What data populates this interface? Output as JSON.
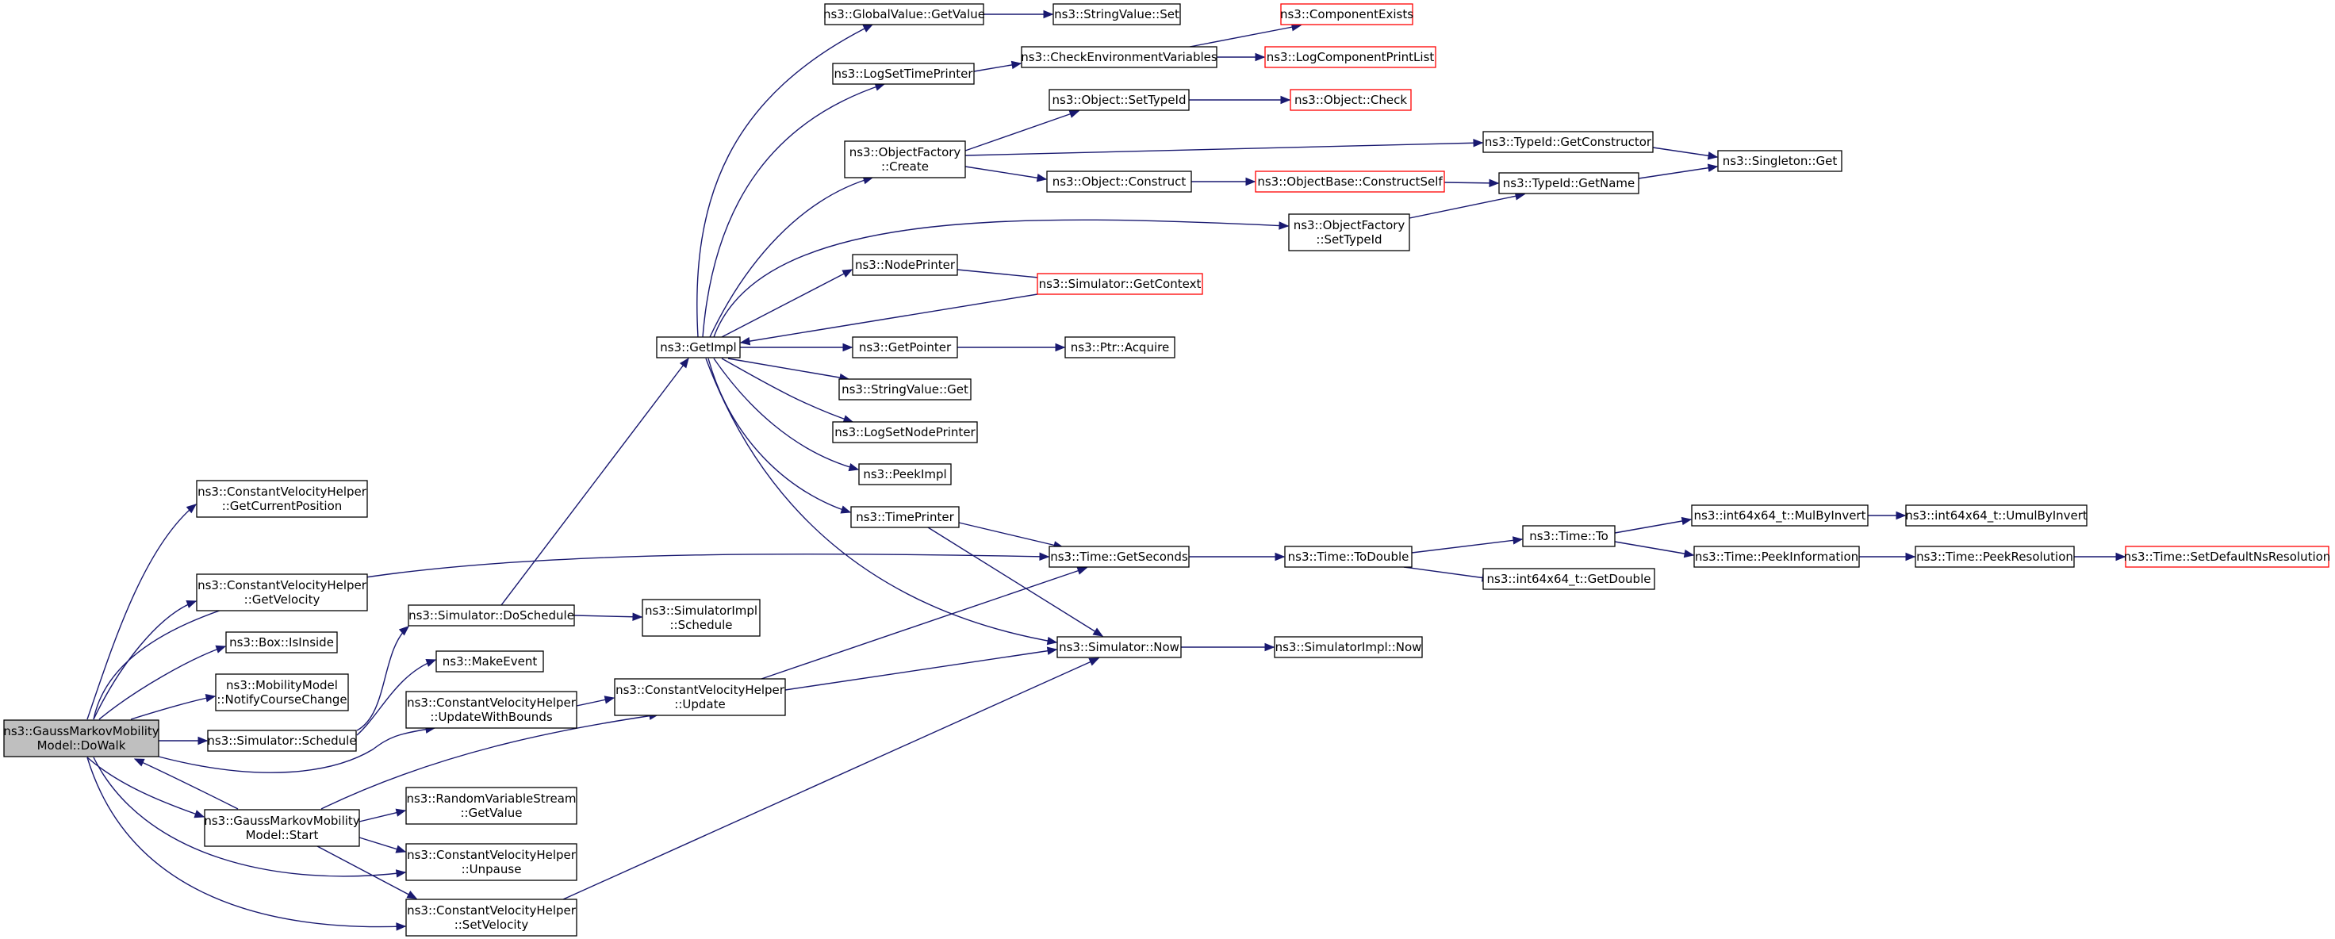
{
  "colors": {
    "edge": "#191970",
    "root_fill": "#bfbfbf",
    "node_border": "#000000",
    "incomplete_border": "#ff0000"
  },
  "nodes": [
    {
      "id": "dowalk",
      "lines": [
        "ns3::GaussMarkovMobility",
        "Model::DoWalk"
      ],
      "style": "root"
    },
    {
      "id": "cvh_getcurpos",
      "lines": [
        "ns3::ConstantVelocityHelper",
        "::GetCurrentPosition"
      ],
      "style": "normal"
    },
    {
      "id": "cvh_getvel",
      "lines": [
        "ns3::ConstantVelocityHelper",
        "::GetVelocity"
      ],
      "style": "normal"
    },
    {
      "id": "box_isinside",
      "lines": [
        "ns3::Box::IsInside"
      ],
      "style": "normal"
    },
    {
      "id": "mm_notify",
      "lines": [
        "ns3::MobilityModel",
        "::NotifyCourseChange"
      ],
      "style": "normal"
    },
    {
      "id": "sim_schedule",
      "lines": [
        "ns3::Simulator::Schedule"
      ],
      "style": "normal"
    },
    {
      "id": "gmm_start",
      "lines": [
        "ns3::GaussMarkovMobility",
        "Model::Start"
      ],
      "style": "normal"
    },
    {
      "id": "sim_doschedule",
      "lines": [
        "ns3::Simulator::DoSchedule"
      ],
      "style": "normal"
    },
    {
      "id": "makeevent",
      "lines": [
        "ns3::MakeEvent"
      ],
      "style": "normal"
    },
    {
      "id": "cvh_updbounds",
      "lines": [
        "ns3::ConstantVelocityHelper",
        "::UpdateWithBounds"
      ],
      "style": "normal"
    },
    {
      "id": "rvs_getvalue",
      "lines": [
        "ns3::RandomVariableStream",
        "::GetValue"
      ],
      "style": "normal"
    },
    {
      "id": "cvh_unpause",
      "lines": [
        "ns3::ConstantVelocityHelper",
        "::Unpause"
      ],
      "style": "normal"
    },
    {
      "id": "cvh_setvel",
      "lines": [
        "ns3::ConstantVelocityHelper",
        "::SetVelocity"
      ],
      "style": "normal"
    },
    {
      "id": "simimpl_schedule",
      "lines": [
        "ns3::SimulatorImpl",
        "::Schedule"
      ],
      "style": "normal"
    },
    {
      "id": "cvh_update",
      "lines": [
        "ns3::ConstantVelocityHelper",
        "::Update"
      ],
      "style": "normal"
    },
    {
      "id": "getimpl",
      "lines": [
        "ns3::GetImpl"
      ],
      "style": "normal"
    },
    {
      "id": "gv_getvalue",
      "lines": [
        "ns3::GlobalValue::GetValue"
      ],
      "style": "normal"
    },
    {
      "id": "logsettimeprinter",
      "lines": [
        "ns3::LogSetTimePrinter"
      ],
      "style": "normal"
    },
    {
      "id": "objfactory_create",
      "lines": [
        "ns3::ObjectFactory",
        "::Create"
      ],
      "style": "normal"
    },
    {
      "id": "nodeprinter",
      "lines": [
        "ns3::NodePrinter"
      ],
      "style": "normal"
    },
    {
      "id": "getpointer",
      "lines": [
        "ns3::GetPointer"
      ],
      "style": "normal"
    },
    {
      "id": "stringvalue_get",
      "lines": [
        "ns3::StringValue::Get"
      ],
      "style": "normal"
    },
    {
      "id": "logsetnodeprinter",
      "lines": [
        "ns3::LogSetNodePrinter"
      ],
      "style": "normal"
    },
    {
      "id": "peekimpl",
      "lines": [
        "ns3::PeekImpl"
      ],
      "style": "normal"
    },
    {
      "id": "timeprinter",
      "lines": [
        "ns3::TimePrinter"
      ],
      "style": "normal"
    },
    {
      "id": "stringvalue_set",
      "lines": [
        "ns3::StringValue::Set"
      ],
      "style": "normal"
    },
    {
      "id": "checkenv",
      "lines": [
        "ns3::CheckEnvironmentVariables"
      ],
      "style": "normal"
    },
    {
      "id": "object_settypeid",
      "lines": [
        "ns3::Object::SetTypeId"
      ],
      "style": "normal"
    },
    {
      "id": "object_construct",
      "lines": [
        "ns3::Object::Construct"
      ],
      "style": "normal"
    },
    {
      "id": "objfactory_settypeid",
      "lines": [
        "ns3::ObjectFactory",
        "::SetTypeId"
      ],
      "style": "normal"
    },
    {
      "id": "sim_getcontext",
      "lines": [
        "ns3::Simulator::GetContext"
      ],
      "style": "red"
    },
    {
      "id": "ptr_acquire",
      "lines": [
        "ns3::Ptr::Acquire"
      ],
      "style": "normal"
    },
    {
      "id": "time_getseconds",
      "lines": [
        "ns3::Time::GetSeconds"
      ],
      "style": "normal"
    },
    {
      "id": "sim_now",
      "lines": [
        "ns3::Simulator::Now"
      ],
      "style": "normal"
    },
    {
      "id": "componentexists",
      "lines": [
        "ns3::ComponentExists"
      ],
      "style": "red"
    },
    {
      "id": "logcompprintlist",
      "lines": [
        "ns3::LogComponentPrintList"
      ],
      "style": "red"
    },
    {
      "id": "object_check",
      "lines": [
        "ns3::Object::Check"
      ],
      "style": "red"
    },
    {
      "id": "objbase_constructself",
      "lines": [
        "ns3::ObjectBase::ConstructSelf"
      ],
      "style": "red"
    },
    {
      "id": "time_todouble",
      "lines": [
        "ns3::Time::ToDouble"
      ],
      "style": "normal"
    },
    {
      "id": "simimpl_now",
      "lines": [
        "ns3::SimulatorImpl::Now"
      ],
      "style": "normal"
    },
    {
      "id": "typeid_getconstructor",
      "lines": [
        "ns3::TypeId::GetConstructor"
      ],
      "style": "normal"
    },
    {
      "id": "typeid_getname",
      "lines": [
        "ns3::TypeId::GetName"
      ],
      "style": "normal"
    },
    {
      "id": "time_to",
      "lines": [
        "ns3::Time::To"
      ],
      "style": "normal"
    },
    {
      "id": "int64_getdouble",
      "lines": [
        "ns3::int64x64_t::GetDouble"
      ],
      "style": "normal"
    },
    {
      "id": "singleton_get",
      "lines": [
        "ns3::Singleton::Get"
      ],
      "style": "normal"
    },
    {
      "id": "int64_mulbyinvert",
      "lines": [
        "ns3::int64x64_t::MulByInvert"
      ],
      "style": "normal"
    },
    {
      "id": "time_peekinfo",
      "lines": [
        "ns3::Time::PeekInformation"
      ],
      "style": "normal"
    },
    {
      "id": "int64_umulbyinvert",
      "lines": [
        "ns3::int64x64_t::UmulByInvert"
      ],
      "style": "normal"
    },
    {
      "id": "time_peekres",
      "lines": [
        "ns3::Time::PeekResolution"
      ],
      "style": "normal"
    },
    {
      "id": "time_setdefaultres",
      "lines": [
        "ns3::Time::SetDefaultNsResolution"
      ],
      "style": "red"
    }
  ],
  "edges": [
    [
      "dowalk",
      "cvh_getcurpos"
    ],
    [
      "dowalk",
      "cvh_getvel"
    ],
    [
      "dowalk",
      "box_isinside"
    ],
    [
      "dowalk",
      "mm_notify"
    ],
    [
      "dowalk",
      "sim_schedule"
    ],
    [
      "dowalk",
      "gmm_start"
    ],
    [
      "dowalk",
      "cvh_updbounds"
    ],
    [
      "dowalk",
      "time_getseconds"
    ],
    [
      "dowalk",
      "cvh_unpause"
    ],
    [
      "dowalk",
      "cvh_setvel"
    ],
    [
      "gmm_start",
      "dowalk"
    ],
    [
      "gmm_start",
      "rvs_getvalue"
    ],
    [
      "gmm_start",
      "cvh_unpause"
    ],
    [
      "gmm_start",
      "cvh_setvel"
    ],
    [
      "gmm_start",
      "cvh_update"
    ],
    [
      "sim_schedule",
      "sim_doschedule"
    ],
    [
      "sim_schedule",
      "makeevent"
    ],
    [
      "sim_doschedule",
      "getimpl"
    ],
    [
      "sim_doschedule",
      "simimpl_schedule"
    ],
    [
      "cvh_updbounds",
      "cvh_update"
    ],
    [
      "cvh_update",
      "time_getseconds"
    ],
    [
      "cvh_update",
      "sim_now"
    ],
    [
      "cvh_setvel",
      "sim_now"
    ],
    [
      "getimpl",
      "gv_getvalue"
    ],
    [
      "getimpl",
      "logsettimeprinter"
    ],
    [
      "getimpl",
      "objfactory_create"
    ],
    [
      "getimpl",
      "objfactory_settypeid"
    ],
    [
      "getimpl",
      "nodeprinter"
    ],
    [
      "getimpl",
      "getpointer"
    ],
    [
      "getimpl",
      "stringvalue_get"
    ],
    [
      "getimpl",
      "logsetnodeprinter"
    ],
    [
      "getimpl",
      "peekimpl"
    ],
    [
      "getimpl",
      "timeprinter"
    ],
    [
      "getimpl",
      "sim_now"
    ],
    [
      "sim_getcontext",
      "getimpl"
    ],
    [
      "gv_getvalue",
      "stringvalue_set"
    ],
    [
      "logsettimeprinter",
      "checkenv"
    ],
    [
      "checkenv",
      "componentexists"
    ],
    [
      "checkenv",
      "logcompprintlist"
    ],
    [
      "objfactory_create",
      "object_settypeid"
    ],
    [
      "objfactory_create",
      "object_construct"
    ],
    [
      "objfactory_create",
      "typeid_getconstructor"
    ],
    [
      "object_settypeid",
      "object_check"
    ],
    [
      "object_construct",
      "objbase_constructself"
    ],
    [
      "objbase_constructself",
      "typeid_getname"
    ],
    [
      "objfactory_settypeid",
      "typeid_getname"
    ],
    [
      "typeid_getconstructor",
      "singleton_get"
    ],
    [
      "typeid_getname",
      "singleton_get"
    ],
    [
      "nodeprinter",
      "sim_getcontext"
    ],
    [
      "getpointer",
      "ptr_acquire"
    ],
    [
      "timeprinter",
      "time_getseconds"
    ],
    [
      "timeprinter",
      "sim_now"
    ],
    [
      "time_getseconds",
      "time_todouble"
    ],
    [
      "time_todouble",
      "time_to"
    ],
    [
      "time_todouble",
      "int64_getdouble"
    ],
    [
      "time_to",
      "int64_mulbyinvert"
    ],
    [
      "time_to",
      "time_peekinfo"
    ],
    [
      "int64_mulbyinvert",
      "int64_umulbyinvert"
    ],
    [
      "time_peekinfo",
      "time_peekres"
    ],
    [
      "time_peekres",
      "time_setdefaultres"
    ],
    [
      "sim_now",
      "simimpl_now"
    ]
  ]
}
